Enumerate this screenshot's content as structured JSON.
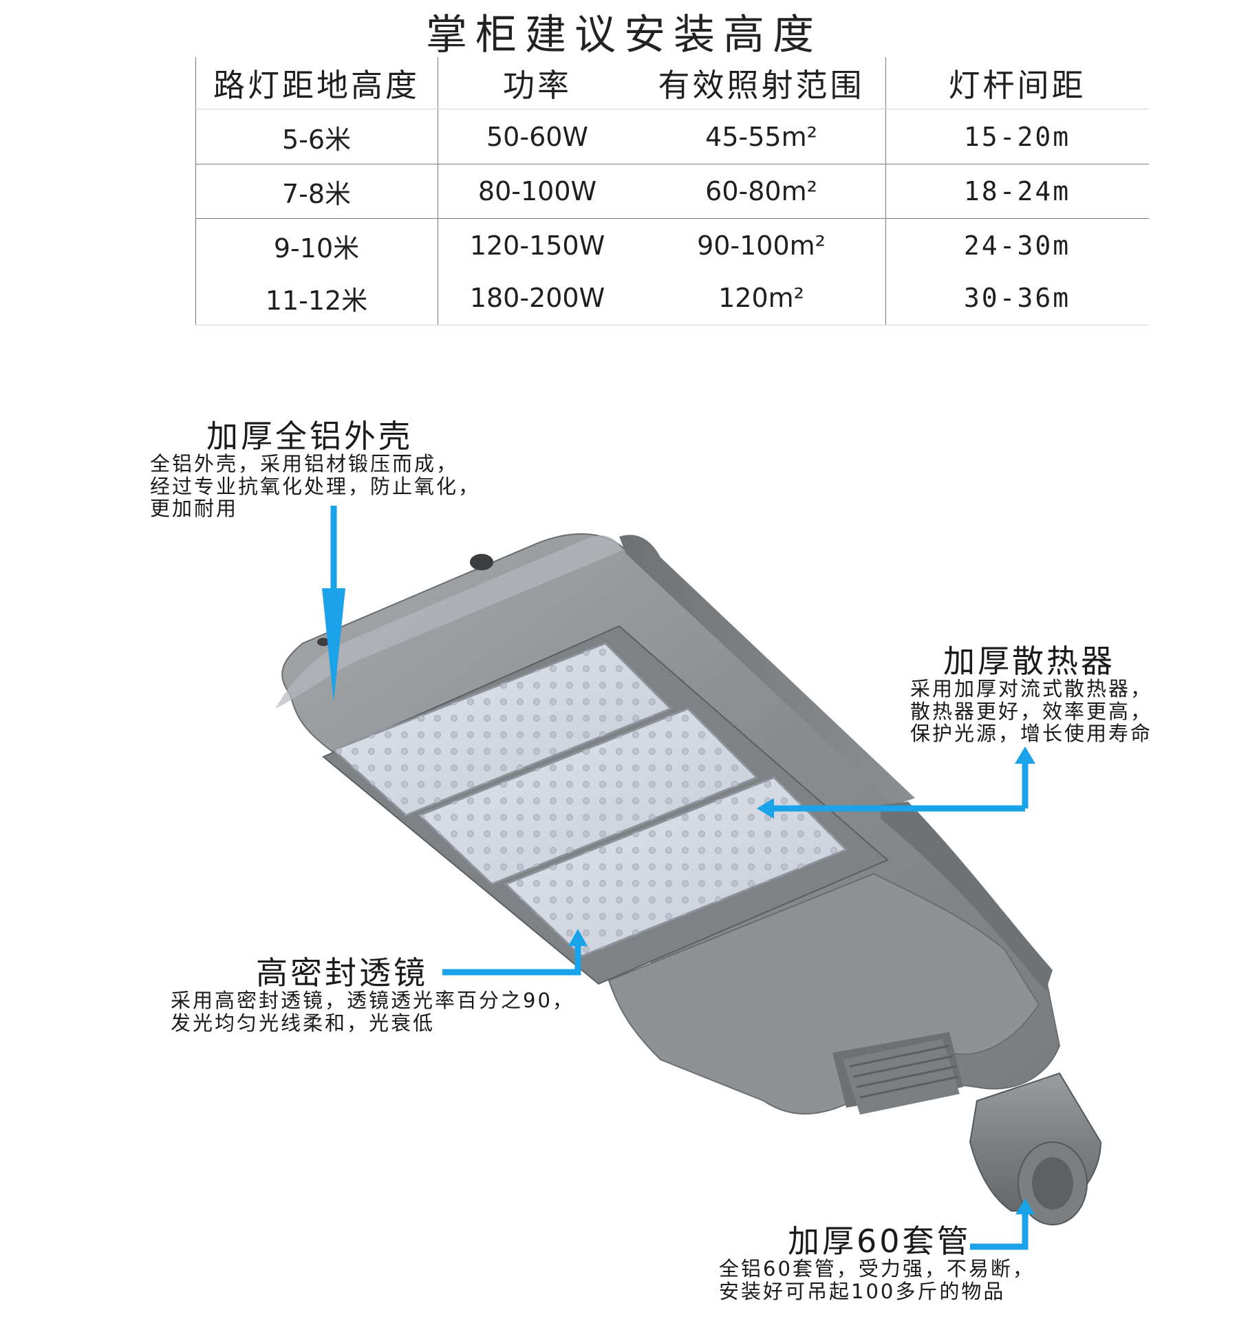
{
  "title": "掌柜建议安装高度",
  "table": {
    "headers": [
      "路灯距地高度",
      "功率",
      "有效照射范围",
      "灯杆间距"
    ],
    "rows": [
      [
        "5-6米",
        "50-60W",
        "45-55m²",
        "15-20m"
      ],
      [
        "7-8米",
        "80-100W",
        "60-80m²",
        "18-24m"
      ],
      [
        "9-10米",
        "120-150W",
        "90-100m²",
        "24-30m"
      ],
      [
        "11-12米",
        "180-200W",
        "120m²",
        "30-36m"
      ]
    ]
  },
  "callouts": {
    "shell": {
      "title": "加厚全铝外壳",
      "lines": [
        "全铝外壳，采用铝材锻压而成，",
        "经过专业抗氧化处理，防止氧化，",
        "更加耐用"
      ]
    },
    "heatsink": {
      "title": "加厚散热器",
      "lines": [
        "采用加厚对流式散热器，",
        "散热器更好，效率更高，",
        "保护光源，增长使用寿命"
      ]
    },
    "lens": {
      "title": "高密封透镜",
      "lines": [
        "采用高密封透镜，透镜透光率百分之90，",
        "发光均匀光线柔和，光衰低"
      ]
    },
    "sleeve": {
      "title": "加厚60套管",
      "lines": [
        "全铝60套管，受力强，不易断，",
        "安装好可吊起100多斤的物品"
      ]
    }
  },
  "colors": {
    "arrow": "#1aa3e8",
    "housing": "#8e9194",
    "lens": "#d3d9e2"
  }
}
